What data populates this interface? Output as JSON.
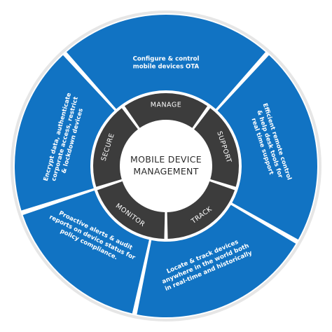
{
  "colors": {
    "outer_segment": "#1173c3",
    "divider": "#ffffff",
    "outer_rim": "#e6e6e6",
    "inner_ring": "#3c3c3c",
    "center": "#ffffff",
    "center_text": "#2b2b2b"
  },
  "center": {
    "title_line1": "MOBILE DEVICE",
    "title_line2": "MANAGEMENT"
  },
  "ring_labels": [
    "MANAGE",
    "SUPPORT",
    "TRACK",
    "MONITOR",
    "SECURE"
  ],
  "segments": [
    {
      "id": "manage",
      "lines": [
        "Configure & control",
        "mobile devices OTA"
      ]
    },
    {
      "id": "support",
      "lines": [
        "Efficient remote control",
        "& help desk tools for",
        "real time support"
      ]
    },
    {
      "id": "track",
      "lines": [
        "Locate & track devices",
        "anywhere in the world both",
        "in real-time and historically"
      ]
    },
    {
      "id": "monitor",
      "lines": [
        "Proactive alerts & audit",
        "reports on device status for",
        "policy compliance."
      ]
    },
    {
      "id": "secure",
      "lines": [
        "Encrypt data, authenticate",
        "corporate access, restrict",
        "& lockdown devices"
      ]
    }
  ]
}
